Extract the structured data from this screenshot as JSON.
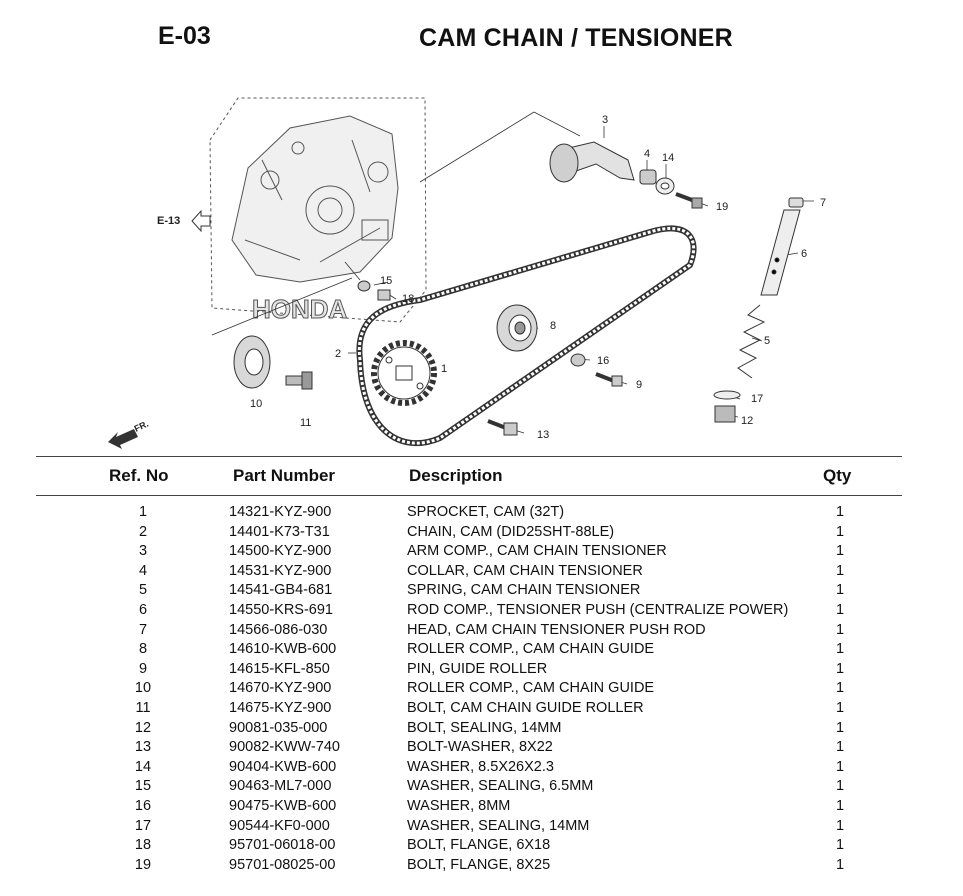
{
  "header": {
    "code": "E-03",
    "title": "CAM CHAIN / TENSIONER"
  },
  "diagram": {
    "ref_label": "E-13",
    "front_label": "FR.",
    "callouts": [
      "1",
      "2",
      "3",
      "4",
      "5",
      "6",
      "7",
      "8",
      "9",
      "10",
      "11",
      "12",
      "13",
      "14",
      "15",
      "16",
      "17",
      "18",
      "19"
    ]
  },
  "table": {
    "headers": {
      "ref": "Ref. No",
      "part": "Part Number",
      "desc": "Description",
      "qty": "Qty"
    },
    "rows": [
      {
        "ref": "1",
        "part": "14321-KYZ-900",
        "desc": "SPROCKET, CAM (32T)",
        "qty": "1"
      },
      {
        "ref": "2",
        "part": "14401-K73-T31",
        "desc": "CHAIN, CAM (DID25SHT-88LE)",
        "qty": "1"
      },
      {
        "ref": "3",
        "part": "14500-KYZ-900",
        "desc": "ARM COMP., CAM CHAIN TENSIONER",
        "qty": "1"
      },
      {
        "ref": "4",
        "part": "14531-KYZ-900",
        "desc": "COLLAR, CAM CHAIN TENSIONER",
        "qty": "1"
      },
      {
        "ref": "5",
        "part": "14541-GB4-681",
        "desc": "SPRING, CAM CHAIN TENSIONER",
        "qty": "1"
      },
      {
        "ref": "6",
        "part": "14550-KRS-691",
        "desc": "ROD COMP., TENSIONER PUSH (CENTRALIZE POWER)",
        "qty": "1"
      },
      {
        "ref": "7",
        "part": "14566-086-030",
        "desc": "HEAD, CAM CHAIN TENSIONER PUSH ROD",
        "qty": "1"
      },
      {
        "ref": "8",
        "part": "14610-KWB-600",
        "desc": "ROLLER COMP., CAM CHAIN GUIDE",
        "qty": "1"
      },
      {
        "ref": "9",
        "part": "14615-KFL-850",
        "desc": "PIN, GUIDE ROLLER",
        "qty": "1"
      },
      {
        "ref": "10",
        "part": "14670-KYZ-900",
        "desc": "ROLLER COMP., CAM CHAIN GUIDE",
        "qty": "1"
      },
      {
        "ref": "11",
        "part": "14675-KYZ-900",
        "desc": "BOLT, CAM CHAIN GUIDE ROLLER",
        "qty": "1"
      },
      {
        "ref": "12",
        "part": "90081-035-000",
        "desc": "BOLT, SEALING, 14MM",
        "qty": "1"
      },
      {
        "ref": "13",
        "part": "90082-KWW-740",
        "desc": "BOLT-WASHER, 8X22",
        "qty": "1"
      },
      {
        "ref": "14",
        "part": "90404-KWB-600",
        "desc": "WASHER, 8.5X26X2.3",
        "qty": "1"
      },
      {
        "ref": "15",
        "part": "90463-ML7-000",
        "desc": "WASHER, SEALING, 6.5MM",
        "qty": "1"
      },
      {
        "ref": "16",
        "part": "90475-KWB-600",
        "desc": "WASHER, 8MM",
        "qty": "1"
      },
      {
        "ref": "17",
        "part": "90544-KF0-000",
        "desc": "WASHER, SEALING, 14MM",
        "qty": "1"
      },
      {
        "ref": "18",
        "part": "95701-06018-00",
        "desc": "BOLT, FLANGE, 6X18",
        "qty": "1"
      },
      {
        "ref": "19",
        "part": "95701-08025-00",
        "desc": "BOLT, FLANGE, 8X25",
        "qty": "1"
      }
    ]
  }
}
